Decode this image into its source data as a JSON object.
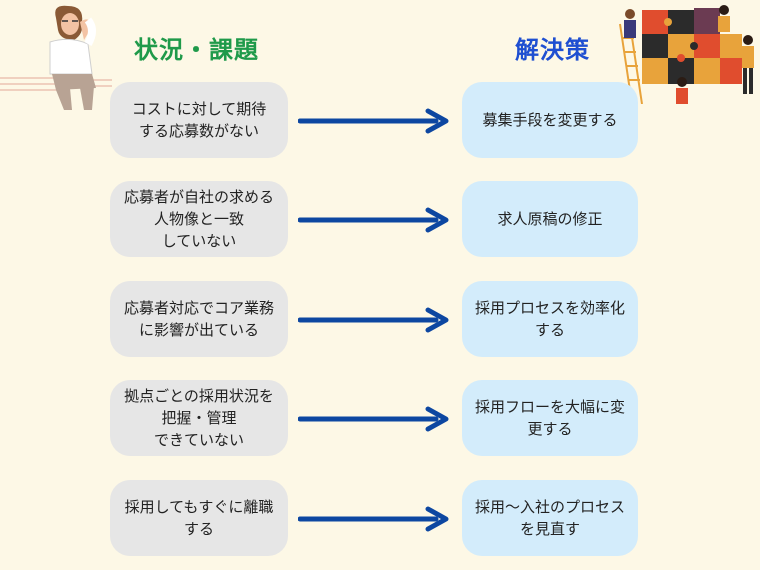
{
  "headings": {
    "left": "状況・課題",
    "right": "解決策"
  },
  "rows": [
    {
      "problem": "コストに対して期待\nする応募数がない",
      "solution": "募集手段を変更する"
    },
    {
      "problem": "応募者が自社の求める\n人物像と一致\nしていない",
      "solution": "求人原稿の修正"
    },
    {
      "problem": "応募者対応でコア業務\nに影響が出ている",
      "solution": "採用プロセスを効率化\nする"
    },
    {
      "problem": "拠点ごとの採用状況を\n把握・管理\nできていない",
      "solution": "採用フローを大幅に変\n更する"
    },
    {
      "problem": "採用してもすぐに離職\nする",
      "solution": "採用～入社のプロセス\nを見直す"
    }
  ],
  "colors": {
    "background": "#fdf8e6",
    "heading_left": "#1f9a4a",
    "heading_right": "#1f4fd1",
    "problem_box": "#e6e6e6",
    "solution_box": "#d3ecfb",
    "arrow": "#0d47a1"
  },
  "icons": {
    "left": "worried-woman-illustration",
    "right": "team-puzzle-illustration"
  }
}
